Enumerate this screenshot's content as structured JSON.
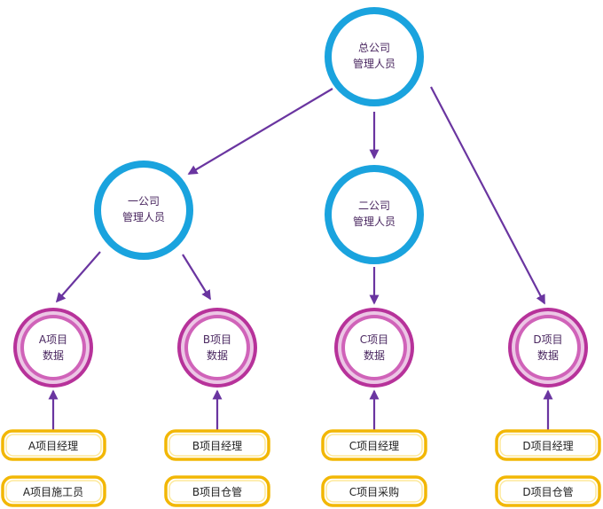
{
  "colors": {
    "company_ring": "#1aa3de",
    "project_ring": "#b7329a",
    "project_ring_light": "#ecc6e5",
    "arrow": "#6a35a0",
    "box_border": "#f2b705",
    "box_border_light": "#fde99a"
  },
  "nodes": {
    "hq": {
      "line1": "总公司",
      "line2": "管理人员"
    },
    "c1": {
      "line1": "一公司",
      "line2": "管理人员"
    },
    "c2": {
      "line1": "二公司",
      "line2": "管理人员"
    },
    "pa": {
      "line1": "A项目",
      "line2": "数据"
    },
    "pb": {
      "line1": "B项目",
      "line2": "数据"
    },
    "pc": {
      "line1": "C项目",
      "line2": "数据"
    },
    "pd": {
      "line1": "D项目",
      "line2": "数据"
    }
  },
  "boxes": {
    "a1": "A项目经理",
    "a2": "A项目施工员",
    "b1": "B项目经理",
    "b2": "B项目仓管",
    "c1": "C项目经理",
    "c2": "C项目采购",
    "d1": "D项目经理",
    "d2": "D项目仓管"
  }
}
